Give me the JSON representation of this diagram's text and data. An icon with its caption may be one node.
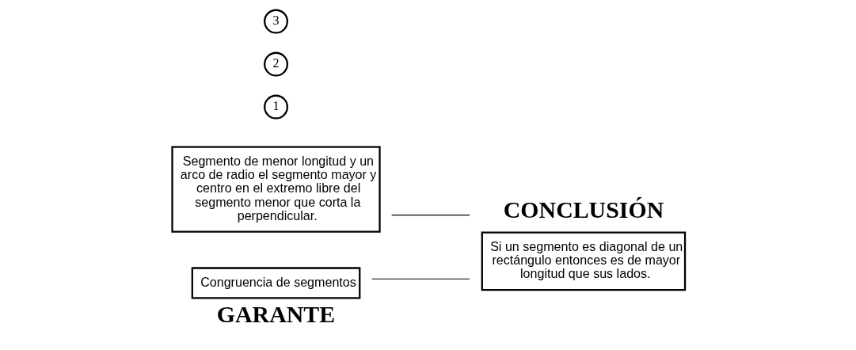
{
  "diagram": {
    "nodes": [
      {
        "text": [
          "Segmento de menor longitud y un arco de radio el segmento mayor y centro en el extremo libre del segmento menor que corta la perpendicular."
        ]
      },
      {
        "text": [
          "1"
        ]
      },
      {
        "text": [
          "CONCLUSIÓN",
          "Si un segmento es diagonal de un rectángulo entonces es de mayor longitud que sus lados."
        ]
      },
      {
        "text": [
          "2"
        ]
      },
      {
        "text": [
          "Congruencia de segmentos",
          "GARANTE"
        ]
      },
      {
        "text": [
          "3"
        ]
      }
    ],
    "edges": [
      {
        "from": 0,
        "to": 2,
        "arrow": "none"
      },
      {
        "from": 4,
        "to": 2,
        "arrow": "none"
      }
    ]
  }
}
